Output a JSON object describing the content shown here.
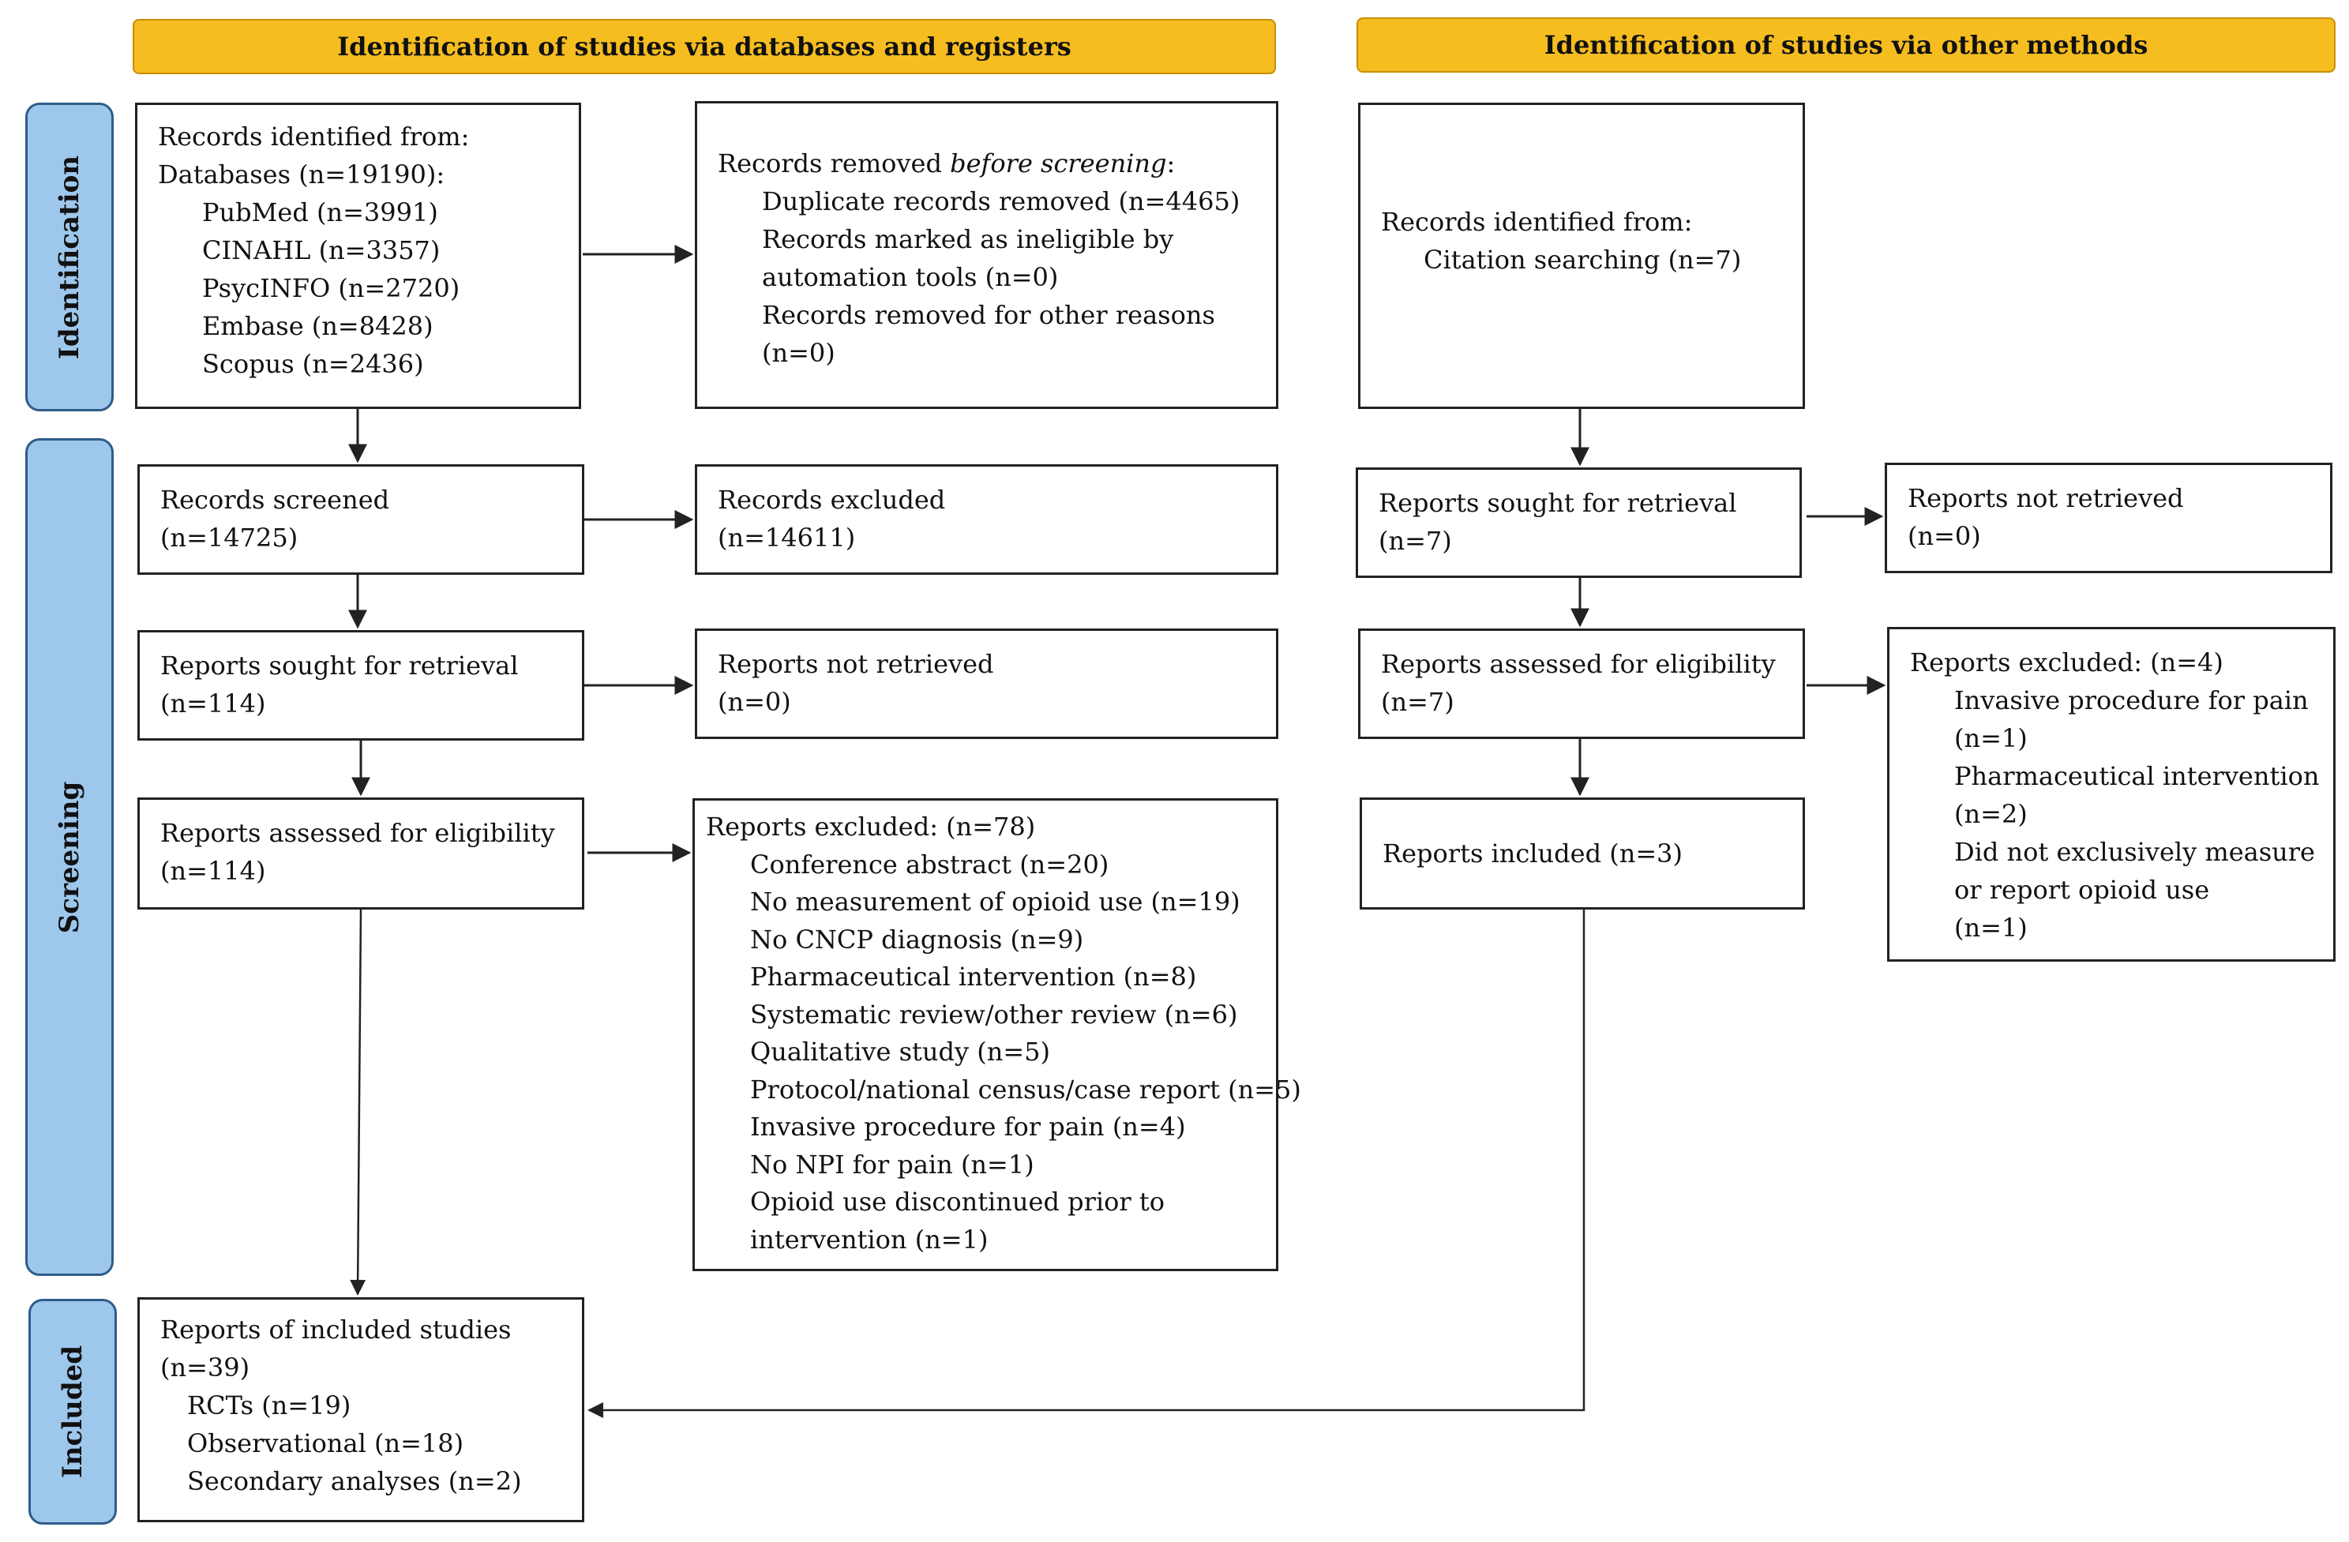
{
  "headers": {
    "left": "Identification of studies via databases and registers",
    "right": "Identification of studies via other methods"
  },
  "phases": {
    "identification": "Identification",
    "screening": "Screening",
    "included": "Included"
  },
  "db": {
    "identified": {
      "title": "Records identified from:",
      "databases": "Databases (n=19190):",
      "sources": [
        "PubMed (n=3991)",
        "CINAHL (n=3357)",
        "PsycINFO (n=2720)",
        "Embase (n=8428)",
        "Scopus (n=2436)"
      ]
    },
    "removed": {
      "title_prefix": "Records removed ",
      "title_em": "before screening",
      "title_suffix": ":",
      "lines": [
        "Duplicate records removed  (n=4465)",
        "Records marked as ineligible by",
        "automation tools (n=0)",
        "Records removed for other reasons",
        "(n=0)"
      ]
    },
    "screened": [
      "Records screened",
      "(n=14725)"
    ],
    "excluded": [
      "Records excluded",
      "(n=14611)"
    ],
    "sought": [
      "Reports sought for retrieval",
      "(n=114)"
    ],
    "not_retrieved": [
      "Reports not retrieved",
      "(n=0)"
    ],
    "assessed": [
      "Reports assessed for eligibility",
      "(n=114)"
    ],
    "reports_excluded": {
      "title": "Reports excluded: (n=78)",
      "reasons": [
        "Conference abstract (n=20)",
        "No measurement of opioid use (n=19)",
        "No CNCP diagnosis (n=9)",
        "Pharmaceutical intervention (n=8)",
        "Systematic review/other review (n=6)",
        "Qualitative study (n=5)",
        "Protocol/national census/case report (n=5)",
        "Invasive procedure for pain (n=4)",
        "No NPI for pain (n=1)",
        "Opioid use discontinued prior to",
        "intervention (n=1)"
      ]
    },
    "included": {
      "title": "Reports of included studies",
      "count": "(n=39)",
      "types": [
        "RCTs (n=19)",
        "Observational (n=18)",
        "Secondary analyses (n=2)"
      ]
    }
  },
  "other": {
    "identified": [
      "Records identified from:",
      "Citation searching (n=7)"
    ],
    "sought": [
      "Reports sought for retrieval",
      "(n=7)"
    ],
    "not_retrieved": [
      "Reports not retrieved",
      "(n=0)"
    ],
    "assessed": [
      "Reports assessed for eligibility",
      "(n=7)"
    ],
    "excluded": {
      "title": "Reports excluded: (n=4)",
      "lines": [
        "Invasive procedure for pain",
        "(n=1)",
        "Pharmaceutical intervention",
        "(n=2)",
        "Did not exclusively measure",
        "or report opioid use",
        "(n=1)"
      ]
    },
    "included": "Reports included (n=3)"
  },
  "colors": {
    "header_fill": "#f5bd1f",
    "phase_fill": "#9ec7ec",
    "phase_border": "#2f5d8a",
    "line": "#222222"
  }
}
